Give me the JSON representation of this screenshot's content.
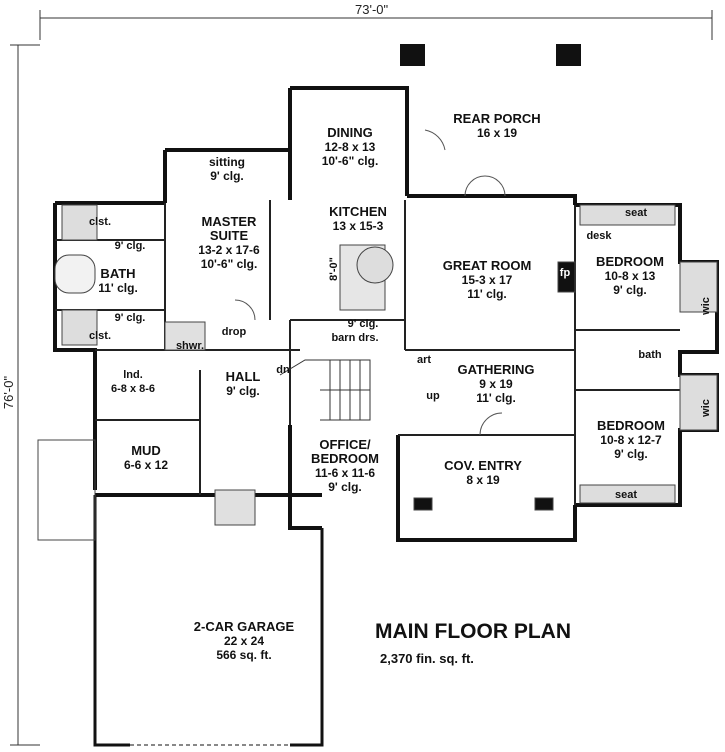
{
  "dimensions": {
    "width": "73'-0\"",
    "depth": "76'-0\""
  },
  "title": "MAIN FLOOR PLAN",
  "area": "2,370 fin. sq. ft.",
  "rooms": {
    "rear_porch": {
      "name": "REAR PORCH",
      "dims": "16 x 19"
    },
    "dining": {
      "name": "DINING",
      "dims": "12-8 x 13",
      "ceiling": "10'-6\" clg."
    },
    "kitchen": {
      "name": "KITCHEN",
      "dims": "13 x 15-3",
      "ceiling": "9' clg."
    },
    "great_room": {
      "name": "GREAT ROOM",
      "dims": "15-3 x 17",
      "ceiling": "11' clg."
    },
    "master_suite": {
      "name": "MASTER SUITE",
      "line1": "MASTER",
      "line2": "SUITE",
      "dims": "13-2 x 17-6",
      "ceiling": "10'-6\" clg."
    },
    "sitting": {
      "name": "sitting",
      "ceiling": "9' clg."
    },
    "bath": {
      "name": "BATH",
      "ceiling": "11' clg."
    },
    "bedroom_right_upper": {
      "name": "BEDROOM",
      "dims": "10-8 x 13",
      "ceiling": "9' clg."
    },
    "bedroom_right_lower": {
      "name": "BEDROOM",
      "dims": "10-8 x 12-7",
      "ceiling": "9' clg."
    },
    "hall": {
      "name": "HALL",
      "ceiling": "9' clg."
    },
    "gathering": {
      "name": "GATHERING",
      "dims": "9 x 19",
      "ceiling": "11' clg."
    },
    "office": {
      "line1": "OFFICE/",
      "line2": "BEDROOM",
      "dims": "11-6 x 11-6",
      "ceiling": "9' clg."
    },
    "cov_entry": {
      "name": "COV. ENTRY",
      "dims": "8 x 19"
    },
    "mud": {
      "name": "MUD",
      "dims": "6-6 x 12"
    },
    "laundry": {
      "name": "lnd.",
      "dims": "6-8 x 8-6"
    },
    "garage": {
      "name": "2-CAR GARAGE",
      "dims": "22 x 24",
      "area": "566 sq. ft."
    }
  },
  "notes": {
    "clst_top": "clst.",
    "clst_bottom": "clst.",
    "clg_top": "9' clg.",
    "clg_bottom": "9' clg.",
    "shwr": "shwr.",
    "drop": "drop",
    "dn": "dn",
    "up": "up",
    "barn_drs": "barn drs.",
    "art": "art",
    "fp": "fp",
    "desk": "desk",
    "seat_top": "seat",
    "seat_bottom": "seat",
    "wic_top": "wic",
    "wic_bottom": "wic",
    "bath_small": "bath",
    "island_dim": "8'-0\""
  }
}
